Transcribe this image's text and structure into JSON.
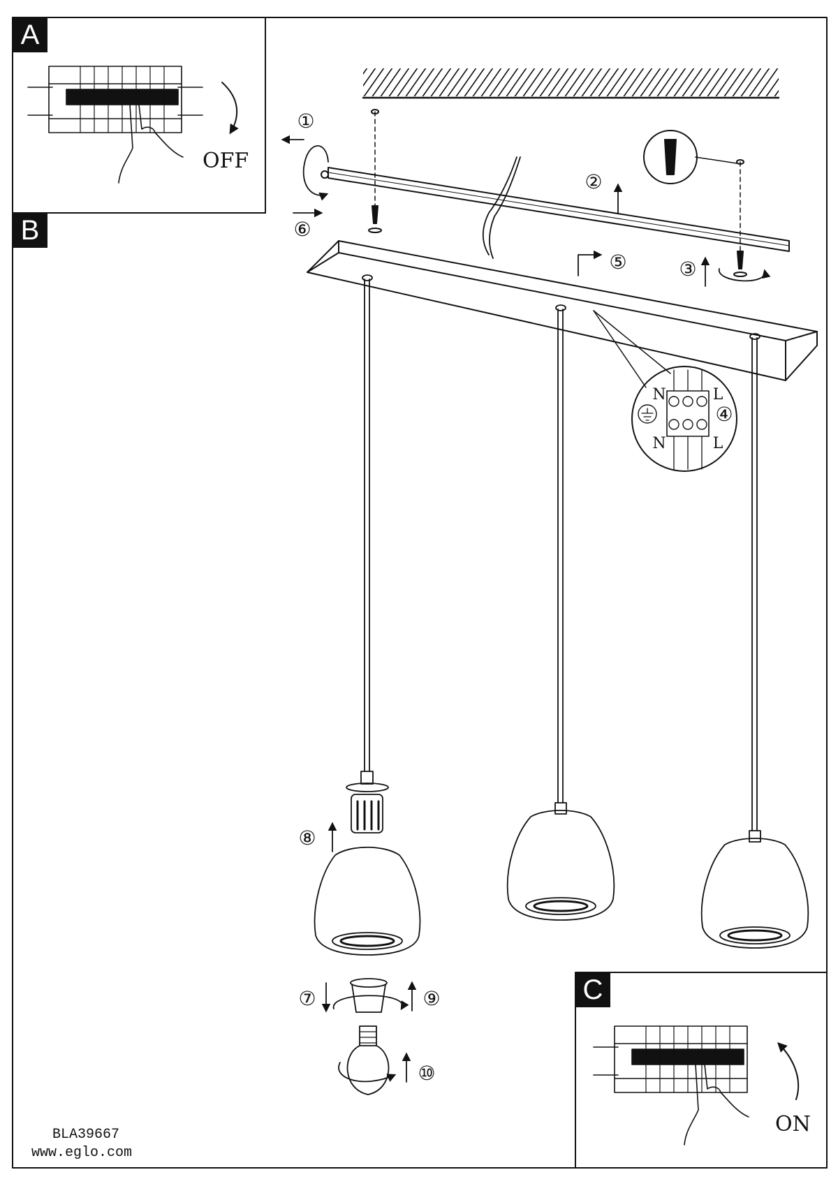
{
  "panels": {
    "a": {
      "label": "A",
      "state": "OFF"
    },
    "b": {
      "label": "B"
    },
    "c": {
      "label": "C",
      "state": "ON"
    }
  },
  "steps": [
    "①",
    "②",
    "③",
    "④",
    "⑤",
    "⑥",
    "⑦",
    "⑧",
    "⑨",
    "⑩"
  ],
  "terminal_labels": {
    "neutral_top": "N",
    "live_top": "L",
    "neutral_bottom": "N",
    "live_bottom": "L"
  },
  "footer": {
    "code": "BLA39667",
    "website": "www.eglo.com"
  }
}
